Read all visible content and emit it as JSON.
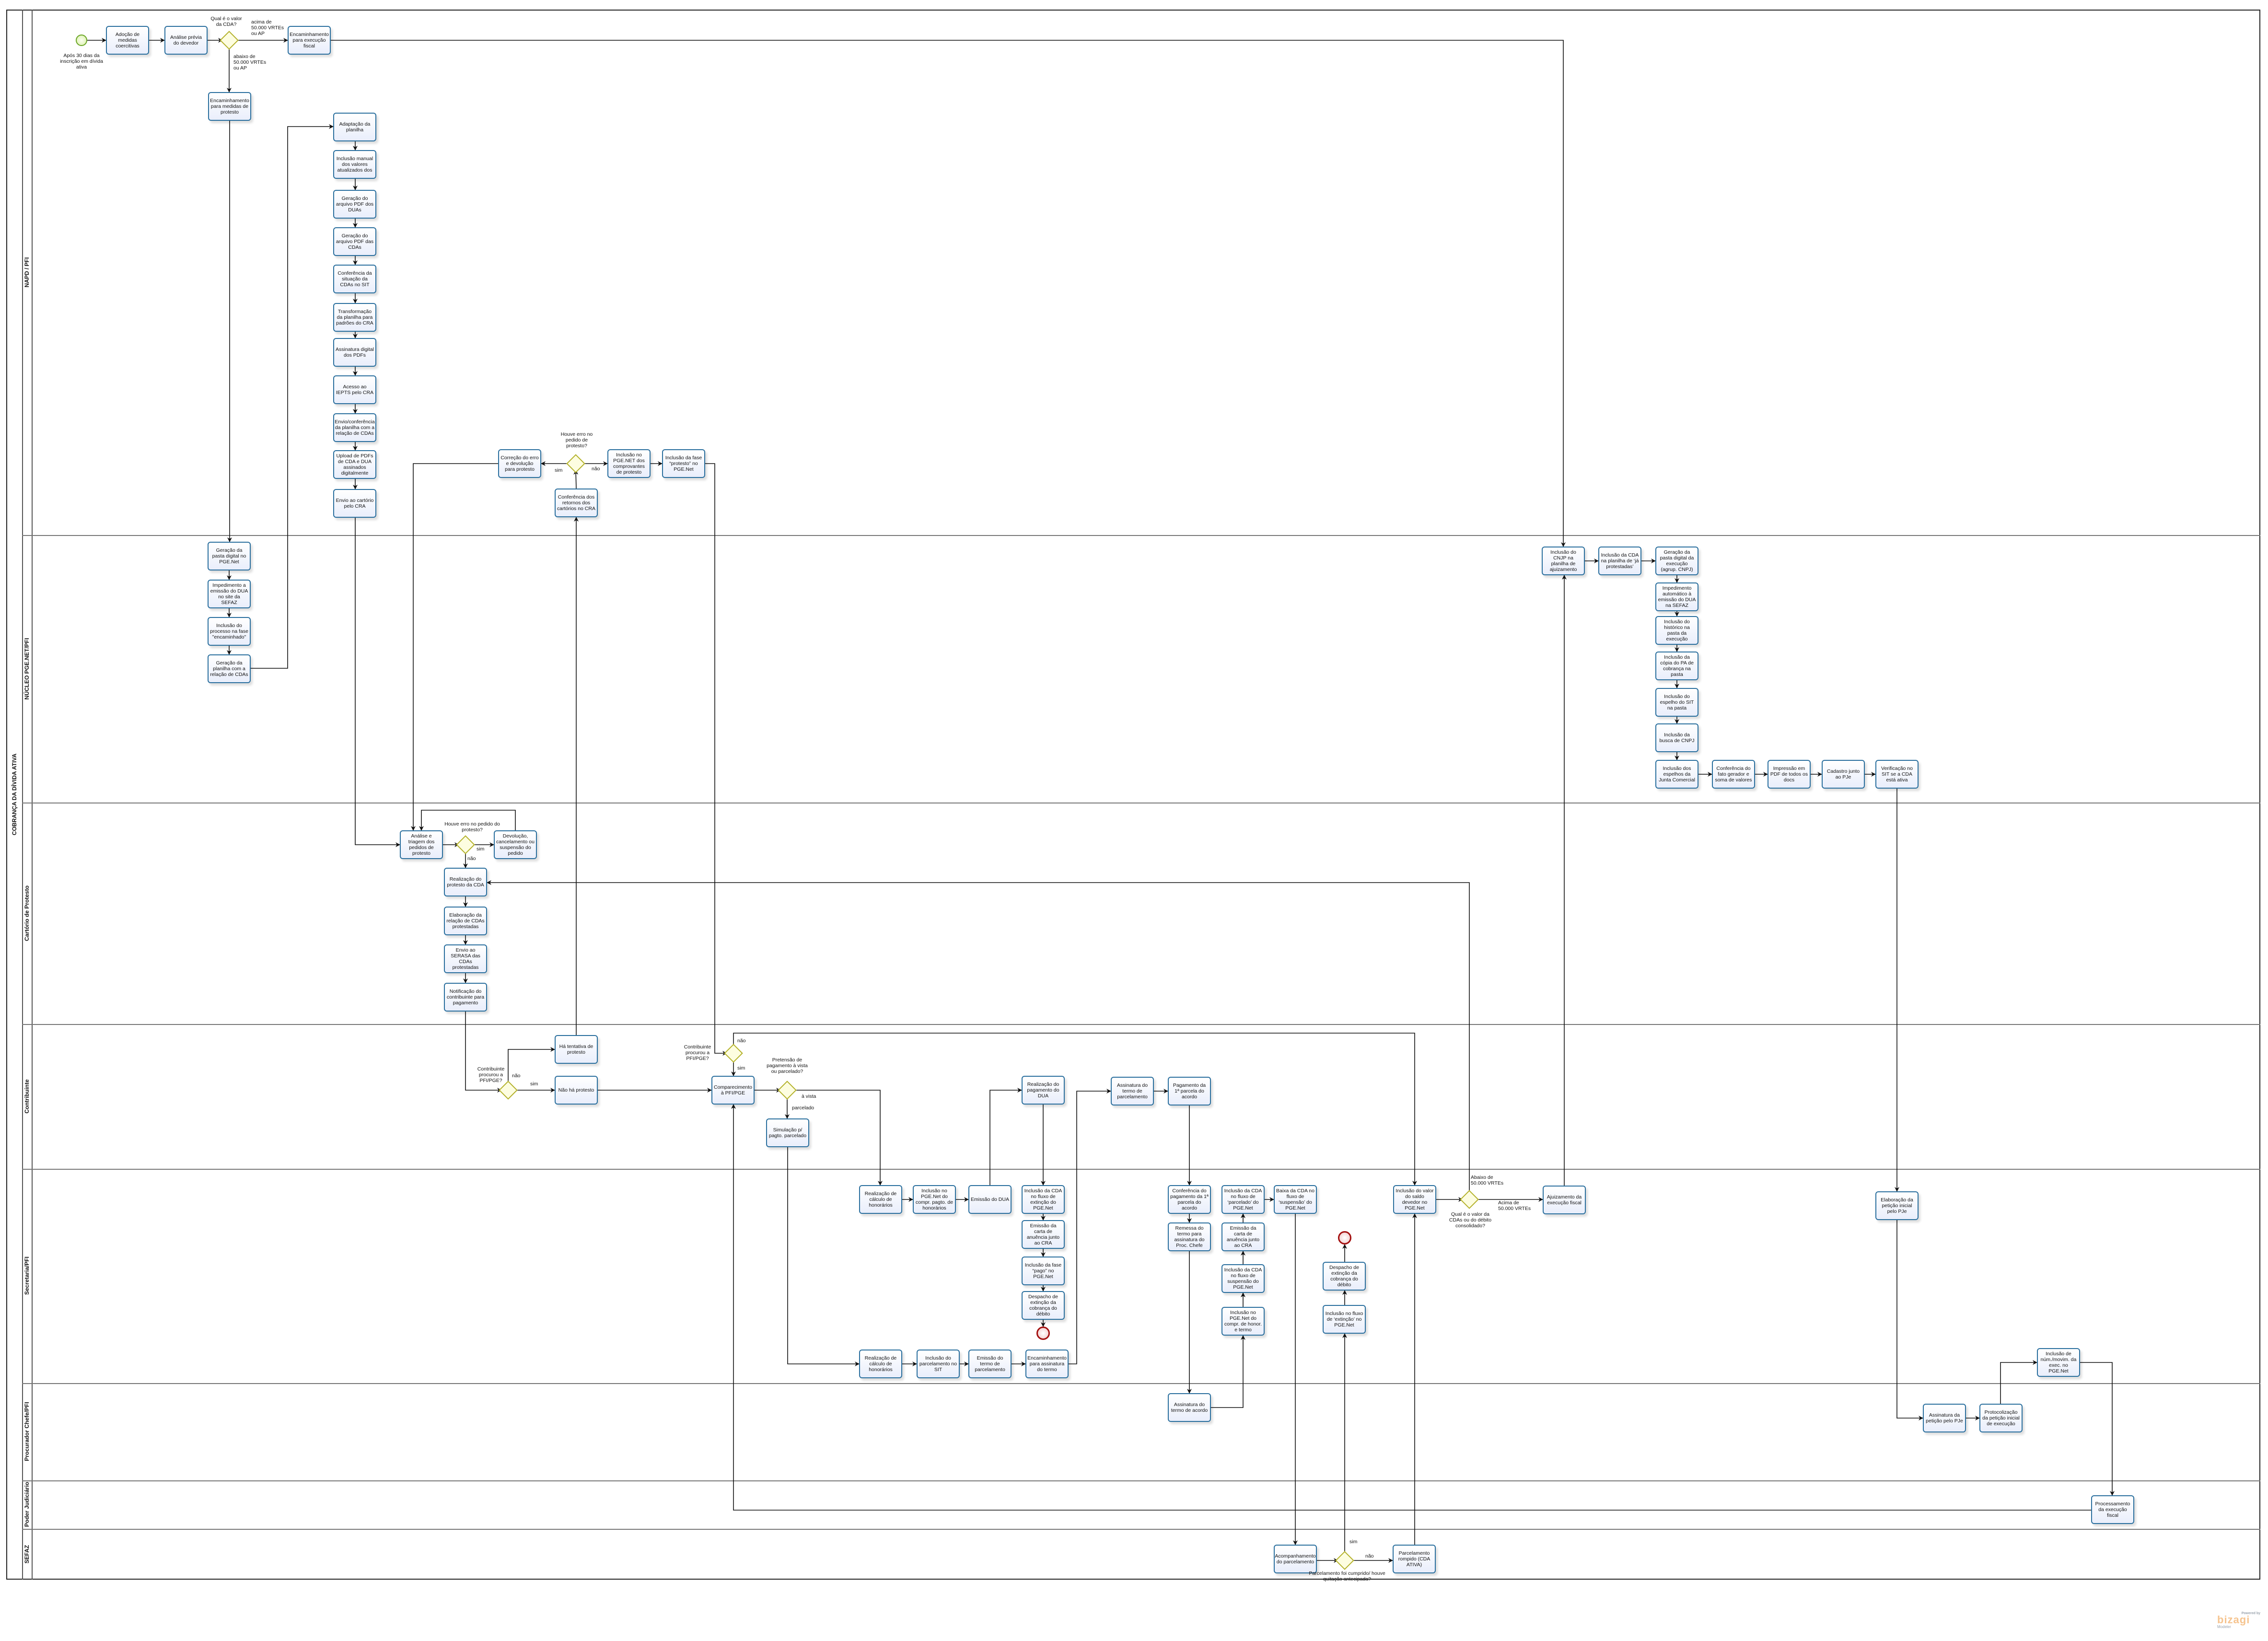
{
  "pool_title": "COBRANÇA DA DÍVIDA ATIVA",
  "lanes": [
    "NAPD / PFI",
    "NÚCLEO PGE.NET/PFI",
    "Cartório de Protesto",
    "Contribuinte",
    "Secretaria/PFI",
    "Procurador Chefe/PFI",
    "Poder Judiciário",
    "SEFAZ"
  ],
  "tasks": {
    "adocao": "Adoção de medidas coercitivas",
    "analise_previa": "Análise prévia do devedor",
    "enc_fiscal": "Encaminhamento para execução fiscal",
    "enc_protesto": "Encaminhamento para medidas de protesto",
    "adaptacao": "Adaptação da planilha",
    "inclusao_manual": "Inclusão manual dos valores atualizados dos",
    "pdf_duas": "Geração do arquivo PDF dos DUAs",
    "pdf_cdas": "Geração do arquivo PDF das CDAs",
    "conf_sit": "Conferência da situação da CDAs no SIT",
    "transformacao": "Transformação da planilha para padrões do CRA",
    "assinatura_pdfs": "Assinatura digital dos PDFs",
    "acesso_iepts": "Acesso ao IEPTS pelo CRA",
    "envio_conf_planilha": "Envio/conferência da planilha com a relação de CDAs",
    "upload_pdfs": "Upload de PDFs de CDA e DUA assinados digitalmente",
    "envio_cartorio": "Envio ao cartório pelo CRA",
    "correcao": "Correção do erro e devolução para protesto",
    "incl_comprovantes": "Inclusão no PGE.NET dos comprovantes de protesto",
    "fase_protesto": "Inclusão da fase “protesto” no PGE.Net",
    "conf_retornos": "Conferência dos retornos dos cartórios no CRA",
    "pasta_digital": "Geração da pasta digital no PGE.Net",
    "impedimento_dua": "Impedimento a emissão do DUA no site da SEFAZ",
    "fase_encaminhado": "Inclusão do processo na fase \"encaminhado\"",
    "planilha_cdas": "Geração da planilha com a relação de CDAs",
    "cnjp": "Inclusão do CNJP na planilha de ajuizamento",
    "ja_protestadas": "Inclusão da CDA na planilha de ‘já protestadas’",
    "pasta_execucao": "Geração da pasta digital da execução (agrup. CNPJ)",
    "impedimento_auto": "Impedimento automático à emissão do DUA na SEFAZ",
    "historico": "Inclusão do histórico na pasta da execução",
    "copia_pa": "Inclusão da cópia do PA de cobrança na pasta",
    "espelho_sit": "Inclusão do espelho do SIT na pasta",
    "busca_cnpj": "Inclusão da busca de CNPJ",
    "junta_comercial": "Inclusão dos espelhos da Junta Comercial",
    "fato_gerador": "Conferência do fato gerador e soma de valores",
    "impressao_pdf": "Impressão em PDF de todos os docs",
    "cadastro_pje": "Cadastro junto ao PJe",
    "verificacao_sit": "Verificação no SIT se a CDA está ativa",
    "analise_triagem": "Análise e triagem dos pedidos de protesto",
    "devolucao": "Devolução, cancelamento ou suspensão do pedido",
    "realizacao_protesto": "Realização do protesto da CDA",
    "elaboracao_relacao": "Elaboração da relação de CDAs protestadas",
    "envio_serasa": "Envio ao SERASA das CDAs protestadas",
    "notificacao": "Notificação do contribuinte para pagamento",
    "ha_tentativa": "Há tentativa de protesto",
    "nao_ha": "Não há protesto",
    "comparecimento": "Comparecimento à PFI/PGE",
    "simulacao": "Simulação p/ pagto. parcelado",
    "pagamento_dua": "Realização do pagamento do DUA",
    "assinatura_termo_parc": "Assinatura do termo de parcelamento",
    "pagamento_1a": "Pagamento da 1ª parcela do acordo",
    "calc_honorarios_1": "Realização de cálculo de honorários",
    "compr_pagto": "Inclusão no PGE.Net do compr. pagto. de honorários",
    "emissao_dua": "Emissão do DUA",
    "cda_extincao": "Inclusão da CDA no fluxo de extinção do PGE.Net",
    "carta_anuencia_1": "Emissão da carta de anuência junto ao CRA",
    "fase_pago": "Inclusão da fase “pago” no PGE.Net",
    "despacho_1": "Despacho de extinção da cobrança do débito",
    "calc_honorarios_2": "Realização de cálculo de honorários",
    "parcelamento_sit": "Inclusão do parcelamento no SIT",
    "emissao_termo": "Emissão do termo de parcelamento",
    "enc_assinatura": "Encaminhamento para assinatura do termo",
    "conf_pagamento": "Conferência do pagamento da 1ª parcela do acordo",
    "remessa_termo": "Remessa do termo para assinatura do Proc. Chefe",
    "cda_parcelado": "Inclusão da CDA no fluxo de ‘parcelado’ do PGE.Net",
    "carta_anuencia_2": "Emissão da carta de anuência junto ao CRA",
    "cda_suspensao": "Inclusão da CDA no fluxo de suspensão do PGE.Net",
    "compr_honor_termo": "Inclusão no PGE.Net do compr. de honor. e termo",
    "baixa_suspensao": "Baixa da CDA no fluxo de ‘suspensão’ do PGE.Net",
    "despacho_2": "Despacho de extinção da cobrança do débito",
    "fluxo_extincao": "Inclusão no fluxo de ‘extinção’ no PGE.Net",
    "saldo_devedor": "Inclusão do valor do saldo devedor no PGE.Net",
    "ajuizamento": "Ajuizamento da execução fiscal",
    "elaboracao_peticao": "Elaboração da petição inicial pelo PJe",
    "inclusao_num": "Inclusão de núm./movim. da exec. no PGE.Net",
    "assinatura_acordo": "Assinatura do termo de acordo",
    "assinatura_peticao": "Assinatura da petição pelo PJe",
    "protocolizacao": "Protocolização da petição inicial de execução",
    "processamento": "Processamento da execução fiscal",
    "acompanhamento": "Acompanhamento do parcelamento",
    "parc_rompido": "Parcelamento rompido (CDA ATIVA)"
  },
  "labels": [
    "Após 30 dias da inscrição em dívida ativa",
    "Qual é o valor da CDA?",
    "acima de 50.000 VRTEs ou AP",
    "abaixo de 50.000 VRTEs ou AP",
    "Houve erro no pedido de protesto?",
    "sim",
    "não",
    "Houve erro no pedido do protesto?",
    "sim",
    "não",
    "Contribuinte procurou a PFI/PGE?",
    "não",
    "sim",
    "Contribuinte procurou a PFI/PGE?",
    "não",
    "sim",
    "Pretensão de pagamento à vista ou parcelado?",
    "à vista",
    "parcelado",
    "Abaixo de 50.000 VRTEs",
    "Qual é o valor da CDAs ou do débito consolidado?",
    "Acima de 50.000 VRTEs",
    "sim",
    "não",
    "Parcelamento foi cumprido/ houve quitação antecipada?"
  ],
  "logo": {
    "powered": "Powered by",
    "brand": "bizagi",
    "product": "Modeler"
  },
  "colors": {
    "task_border": "#2a6f9e",
    "gateway_border": "#b3b12a",
    "start": "#6aa524",
    "end": "#a30f0f"
  }
}
